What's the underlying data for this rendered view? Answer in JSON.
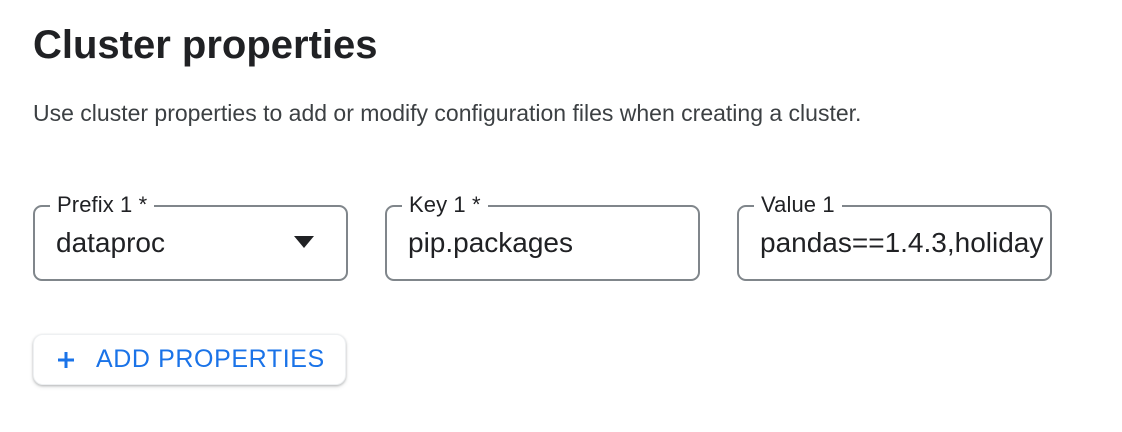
{
  "section": {
    "title": "Cluster properties",
    "description": "Use cluster properties to add or modify configuration files when creating a cluster."
  },
  "fields": [
    {
      "label": "Prefix 1 *",
      "value": "dataproc",
      "control": "dropdown",
      "required": true
    },
    {
      "label": "Key 1 *",
      "value": "pip.packages",
      "control": "text-input",
      "required": true
    },
    {
      "label": "Value 1",
      "value": "pandas==1.4.3,holiday",
      "control": "text-input",
      "required": false
    }
  ],
  "buttons": {
    "add_properties": {
      "label": "ADD PROPERTIES",
      "icon": "plus-icon"
    }
  },
  "colors": {
    "accent_blue": "#1a73e8",
    "field_border": "#80868b",
    "text_primary": "#202124",
    "text_secondary": "#3c4043",
    "background": "#ffffff"
  }
}
